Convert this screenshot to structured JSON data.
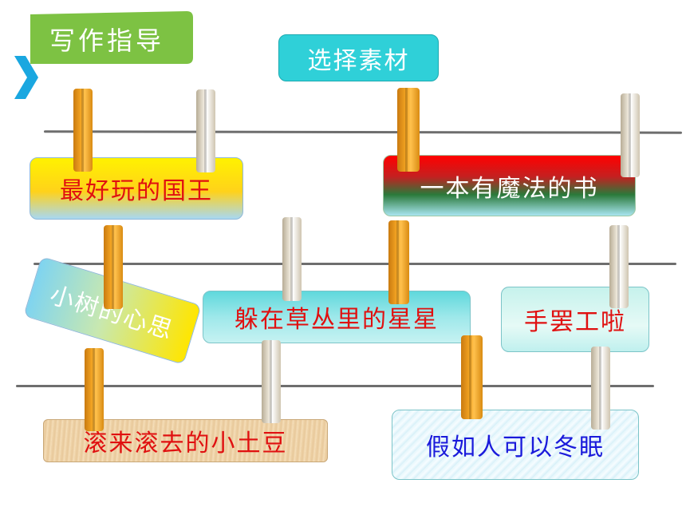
{
  "header": {
    "tag_label": "写作指导",
    "title": "选择素材"
  },
  "topics": [
    {
      "label": "最好玩的国王"
    },
    {
      "label": "一本有魔法的书"
    },
    {
      "label": "小树的心思"
    },
    {
      "label": "躲在草丛里的星星"
    },
    {
      "label": "手罢工啦"
    },
    {
      "label": "滚来滚去的小土豆"
    },
    {
      "label": "假如人可以冬眠"
    }
  ],
  "colors": {
    "tag_green": "#7dc243",
    "title_cyan": "#2fd0d8",
    "arrow_blue": "#1aa7e0",
    "text_red": "#e01010",
    "text_blue": "#1a1adb"
  }
}
